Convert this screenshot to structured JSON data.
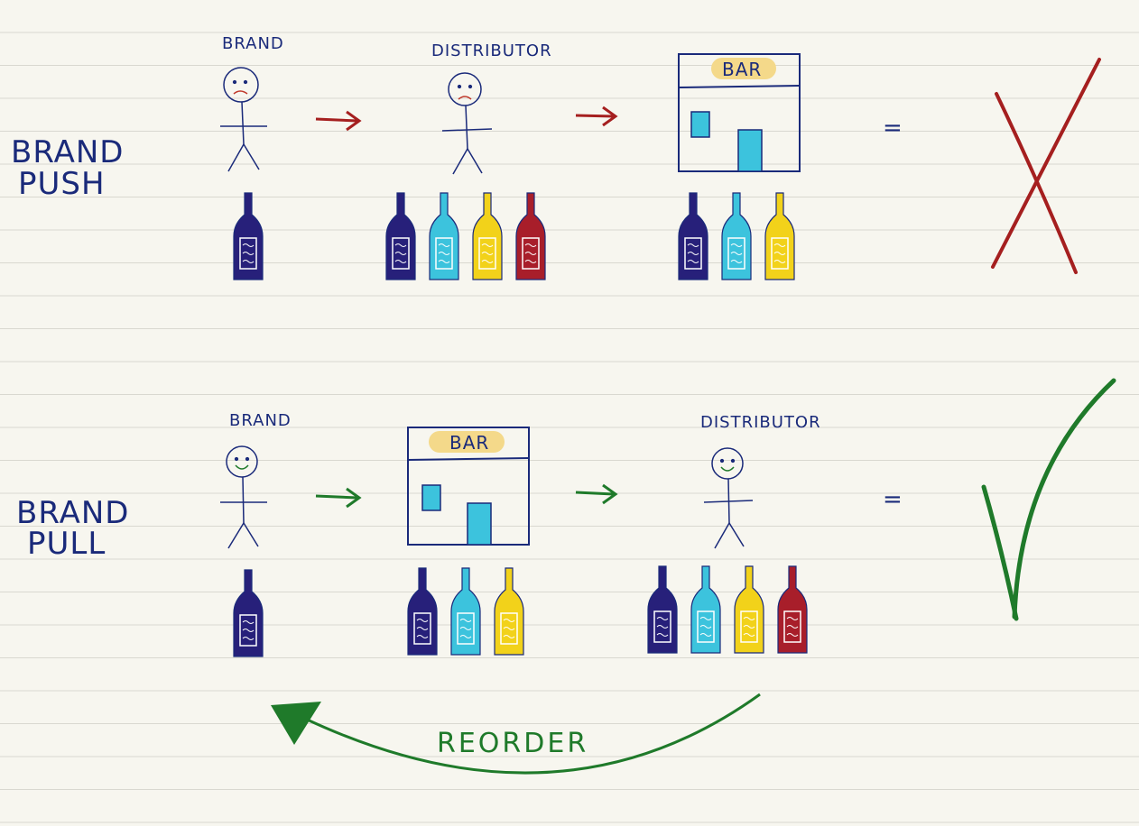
{
  "rows": [
    {
      "id": "push",
      "label_line1": "BRAND",
      "label_line2": "PUSH",
      "brand_caption": "BRAND",
      "second_caption": "DISTRIBUTOR",
      "third_sign": "BAR",
      "equals": "=",
      "verdict_icon": "red-x-icon"
    },
    {
      "id": "pull",
      "label_line1": "BRAND",
      "label_line2": "PULL",
      "brand_caption": "BRAND",
      "second_sign": "BAR",
      "third_caption": "DISTRIBUTOR",
      "equals": "=",
      "verdict_icon": "green-check-icon"
    }
  ],
  "reorder_label": "REORDER",
  "colors": {
    "ink": "#1a2a7a",
    "navy_bottle": "#27207a",
    "cyan_bottle": "#3cc3dd",
    "yellow_bottle": "#f2d21a",
    "red_bottle": "#a81e2a",
    "red_arrow": "#a51f1f",
    "green_arrow": "#1f7a2a",
    "highlight": "#f4d98a"
  },
  "bottle_sets": {
    "push_brand": [
      "navy"
    ],
    "push_distributor": [
      "navy",
      "cyan",
      "yellow",
      "red"
    ],
    "push_bar": [
      "navy",
      "cyan",
      "yellow"
    ],
    "pull_brand": [
      "navy"
    ],
    "pull_bar": [
      "navy",
      "cyan",
      "yellow"
    ],
    "pull_distributor": [
      "navy",
      "cyan",
      "yellow",
      "red"
    ]
  }
}
